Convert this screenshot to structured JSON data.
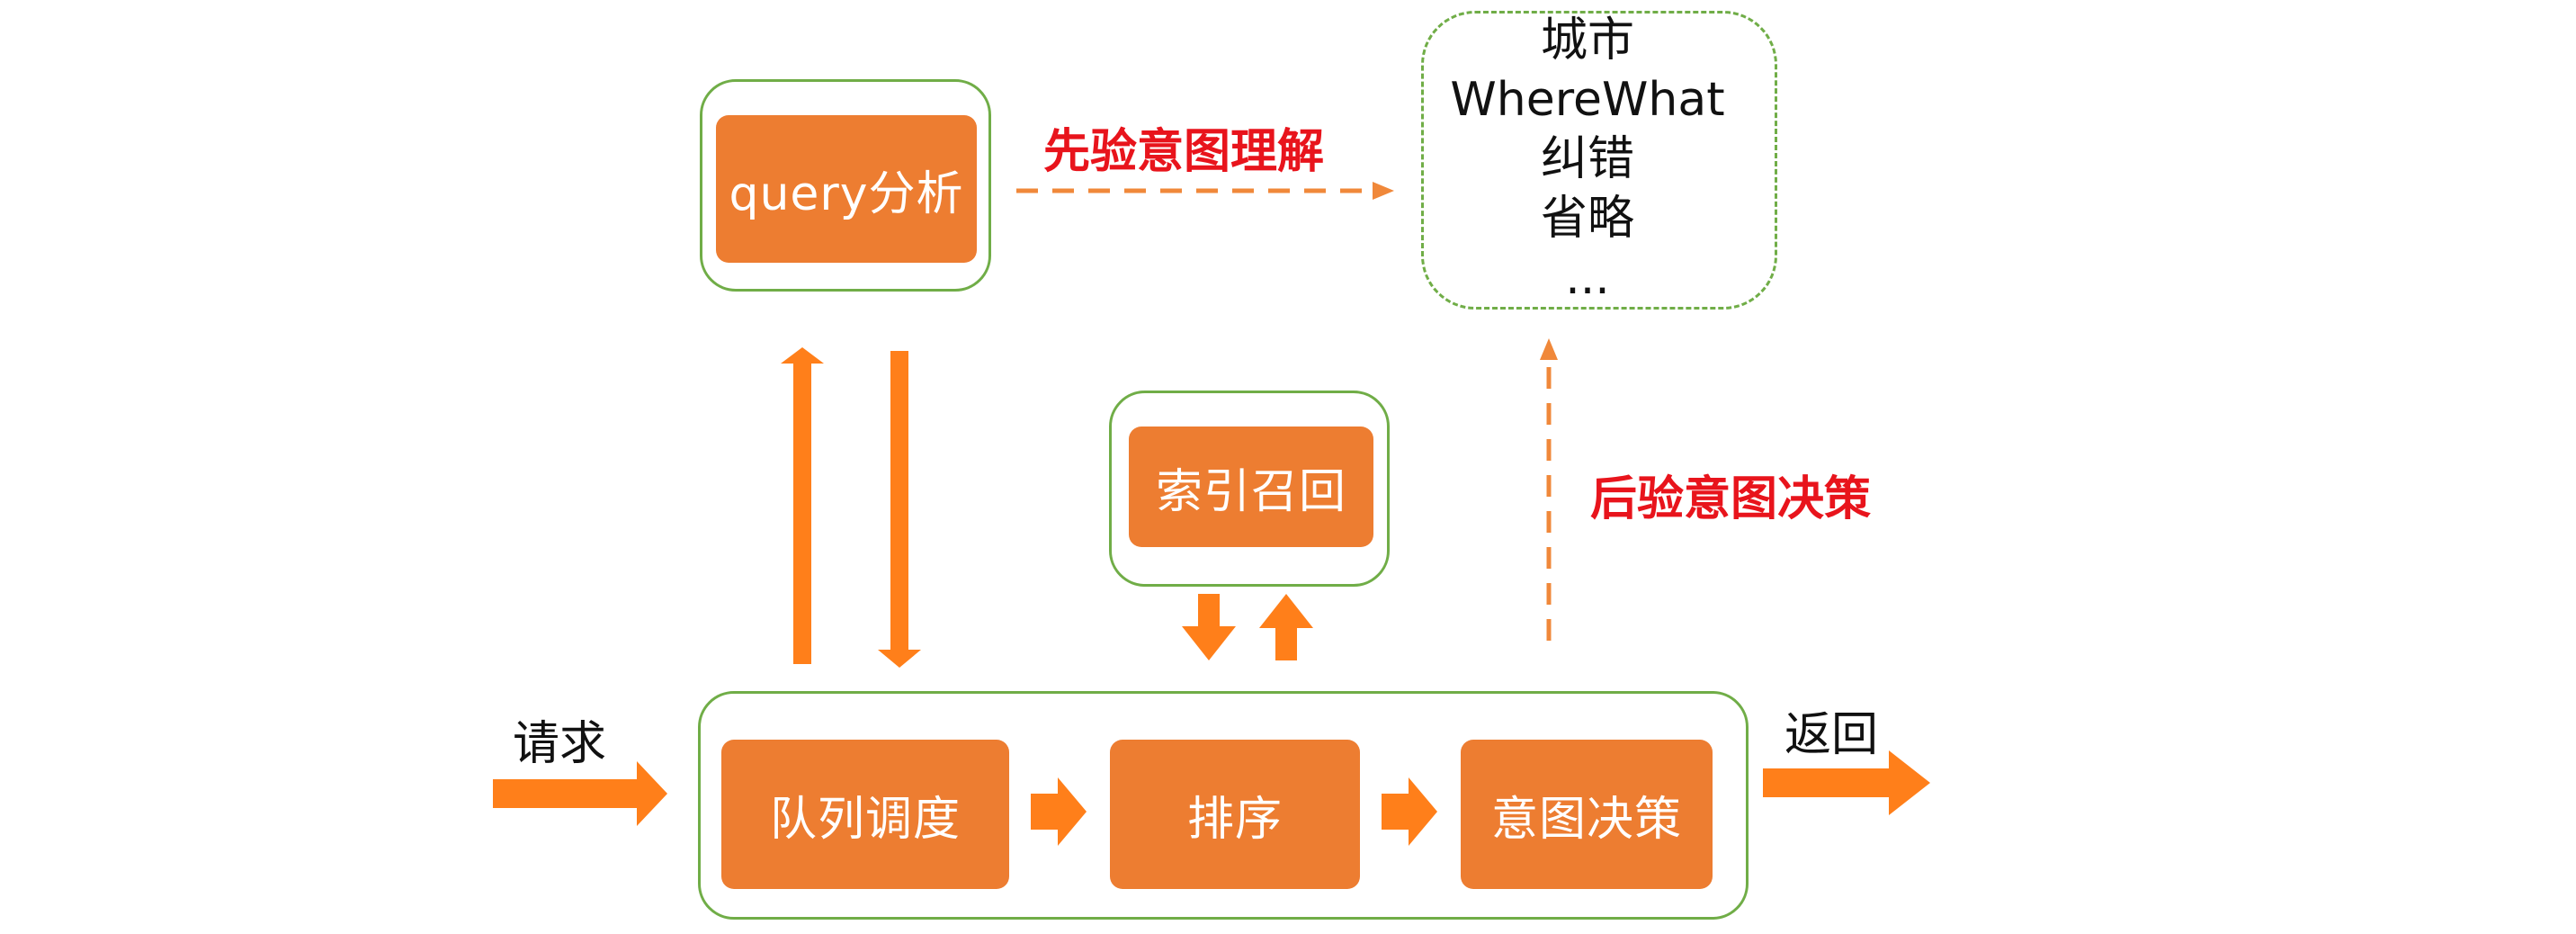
{
  "nodes": {
    "query_analysis": "query分析",
    "index_recall": "索引召回",
    "queue_scheduling": "队列调度",
    "ranking": "排序",
    "intent_decision": "意图决策"
  },
  "labels": {
    "request": "请求",
    "return": "返回",
    "pre_intent": "先验意图理解",
    "post_intent": "后验意图决策"
  },
  "intent_items": [
    "城市",
    "WhereWhat",
    "纠错",
    "省略",
    "..."
  ],
  "colors": {
    "node_fill": "#ed7d31",
    "group_border": "#70ad47",
    "arrow": "#ff7f1a",
    "highlight_text": "#e8141c"
  }
}
